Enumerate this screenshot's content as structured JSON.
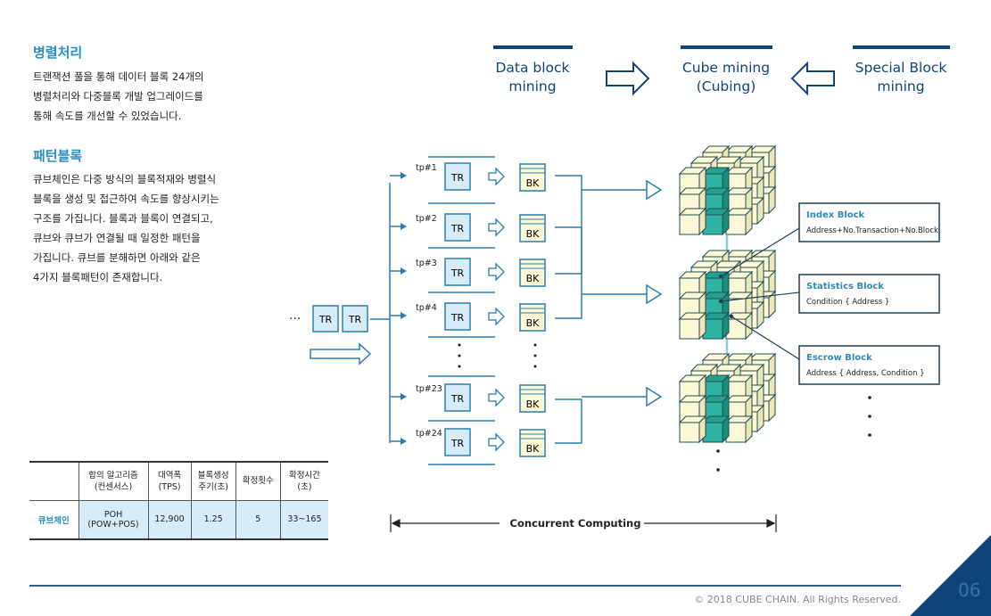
{
  "left": {
    "section1": {
      "title": "병렬처리",
      "lines": [
        "트랜잭션 풀을 통해 데이터 블록 24개의",
        "병렬처리와 다중블록 개발 업그레이드를",
        "통해 속도를 개선할 수 있었습니다."
      ]
    },
    "section2": {
      "title": "패턴블록",
      "lines": [
        "큐브체인은 다중 방식의 블록적재와 병렬식",
        "블록을 생성 및 접근하여 속도를 향상시키는",
        "구조를 가집니다. 블록과 블록이 연결되고,",
        "큐브와 큐브가 연결될 때 일정한 패턴을",
        "가집니다. 큐브를 분해하면 아래와 같은",
        "4가지 블록패턴이 존재합니다."
      ]
    }
  },
  "table": {
    "headers": [
      "",
      [
        "합의 알고리즘",
        "(컨센서스)"
      ],
      [
        "대역폭",
        "(TPS)"
      ],
      [
        "블록생성",
        "주기(초)"
      ],
      [
        "확정횟수"
      ],
      [
        "확정시간",
        "(초)"
      ]
    ],
    "row": {
      "label": "큐브체인",
      "consensus": [
        "POH",
        "(POW+POS)"
      ],
      "tps": "12,900",
      "block_time": "1.25",
      "confirmations": "5",
      "confirm_time": "33~165"
    }
  },
  "header": {
    "data_block": [
      "Data block",
      "mining"
    ],
    "cube_mining": [
      "Cube mining",
      "(Cubing)"
    ],
    "special_block": [
      "Special Block",
      "mining"
    ]
  },
  "diagram": {
    "pool_dots": "···",
    "tr": "TR",
    "bk": "BK",
    "pools": [
      "tp#1",
      "tp#2",
      "tp#3",
      "tp#4",
      "tp#23",
      "tp#24"
    ],
    "concurrent": "Concurrent Computing",
    "blocks": [
      {
        "title": "Index Block",
        "desc": "Address+No.Transaction+No.Block"
      },
      {
        "title": "Statistics Block",
        "desc": "Condition { Address }"
      },
      {
        "title": "Escrow Block",
        "desc": "Address { Address, Condition }"
      }
    ]
  },
  "colors": {
    "accent": "#2a8cbf",
    "navy": "#0e4479",
    "cube": "#fdf8d6",
    "teal": "#2fb3a3",
    "box": "#d6ecf8"
  },
  "footer": {
    "copyright": "© 2018 CUBE CHAIN.  All Rights Reserved.",
    "page": "06"
  }
}
